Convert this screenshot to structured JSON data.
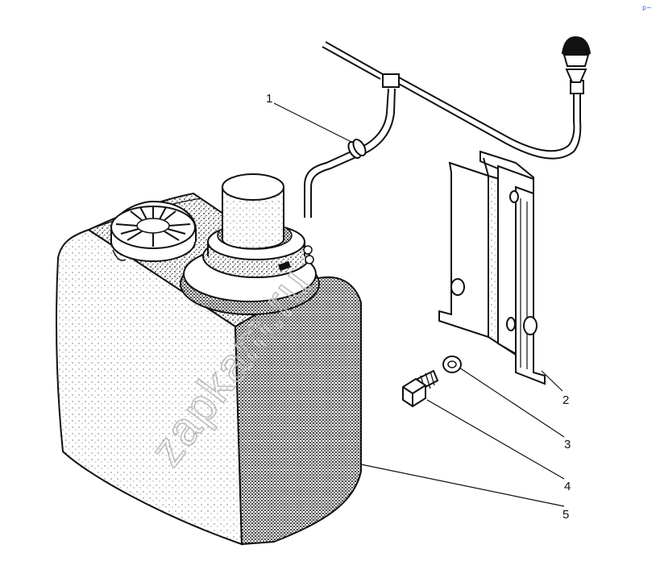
{
  "diagram": {
    "watermark": "zapkam.ru",
    "corner_mark": "p~",
    "callouts": [
      {
        "id": "1",
        "label": "1"
      },
      {
        "id": "2",
        "label": "2"
      },
      {
        "id": "3",
        "label": "3"
      },
      {
        "id": "4",
        "label": "4"
      },
      {
        "id": "5",
        "label": "5"
      }
    ],
    "parts": [
      {
        "name": "washer-hose"
      },
      {
        "name": "mounting-bracket"
      },
      {
        "name": "spring-washer"
      },
      {
        "name": "bolt"
      },
      {
        "name": "washer-reservoir"
      }
    ]
  },
  "colors": {
    "ink": "#111111",
    "shade": "#4a4a4a",
    "paper": "#ffffff",
    "watermark": "#bdbdbd"
  }
}
